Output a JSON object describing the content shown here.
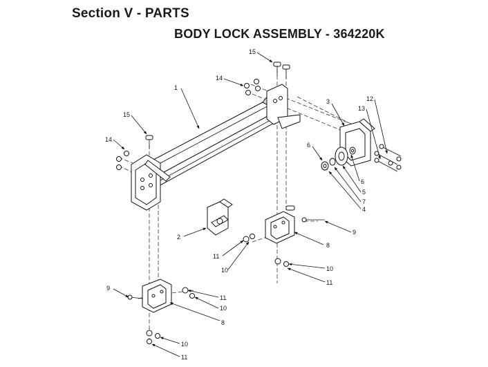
{
  "header": {
    "section_title": "Section V - PARTS",
    "assembly_title": "BODY LOCK ASSEMBLY - 364220K"
  },
  "callouts": {
    "c1": "1",
    "c2": "2",
    "c3": "3",
    "c4": "4",
    "c5": "5",
    "c6a": "6",
    "c6b": "6",
    "c7": "7",
    "c8a": "8",
    "c8b": "8",
    "c9a": "9",
    "c9b": "9",
    "c10a": "10",
    "c10b": "10",
    "c10c": "10",
    "c10d": "10",
    "c11a": "11",
    "c11b": "11",
    "c11c": "11",
    "c11d": "11",
    "c12": "12",
    "c13": "13",
    "c14a": "14",
    "c14b": "14",
    "c15a": "15",
    "c15b": "15"
  }
}
